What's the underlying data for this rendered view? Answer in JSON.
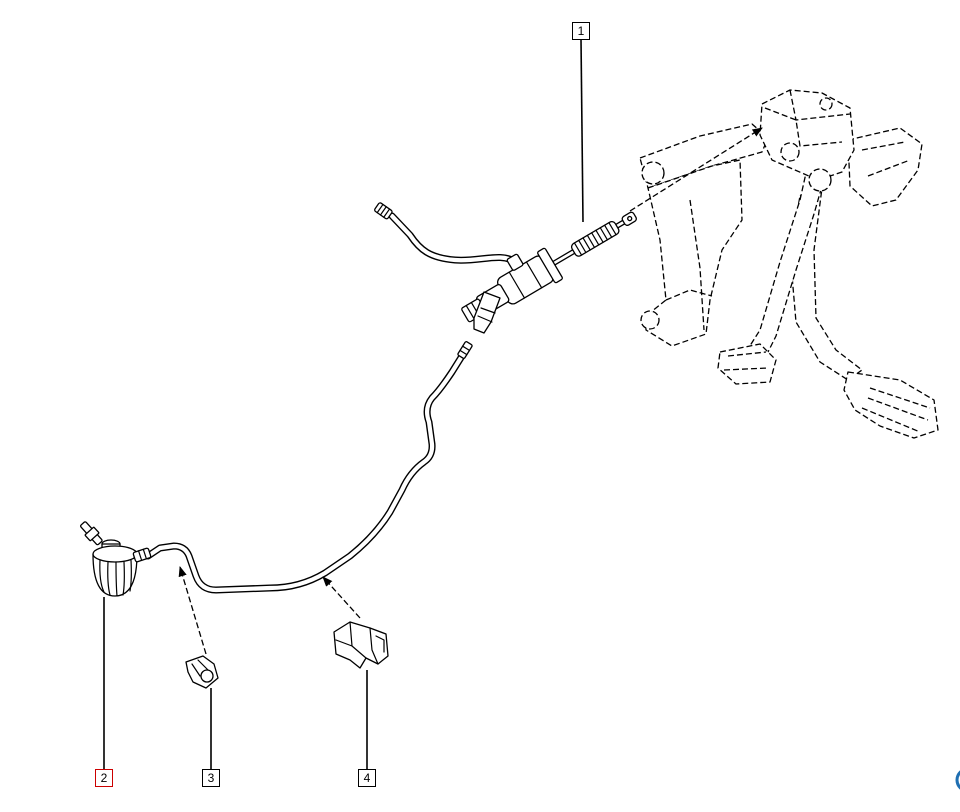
{
  "callouts": [
    {
      "label": "1",
      "selected": false
    },
    {
      "label": "2",
      "selected": true
    },
    {
      "label": "3",
      "selected": false
    },
    {
      "label": "4",
      "selected": false
    }
  ],
  "colors": {
    "line": "#000000",
    "background": "#ffffff",
    "selected_border": "#cc0000",
    "accent": "#1f6fb2"
  },
  "icons": {
    "corner_control": "circle-button-icon"
  }
}
